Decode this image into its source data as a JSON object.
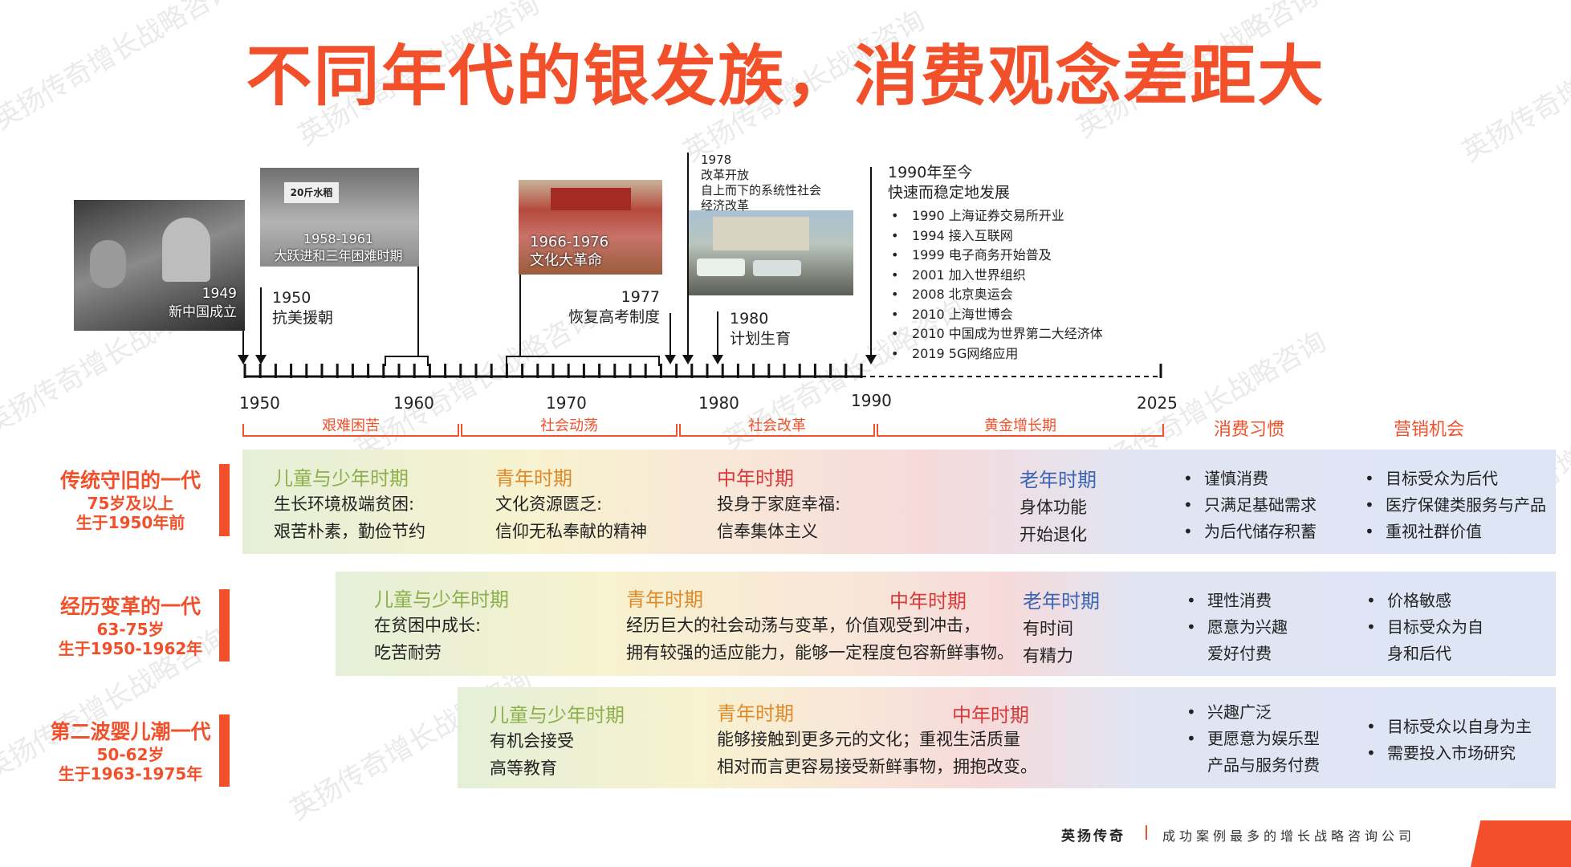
{
  "title": "不同年代的银发族，消费观念差距大",
  "watermark": "英扬传奇增长战略咨询",
  "photos": [
    {
      "caption_year": "1949",
      "caption_text": "新中国成立",
      "sign_text": ""
    },
    {
      "caption_year": "1958-1961",
      "caption_text": "大跃进和三年困难时期",
      "sign_text": "20斤水稻"
    },
    {
      "caption_year": "1966-1976",
      "caption_text": "文化大革命",
      "sign_text": ""
    },
    {
      "caption_year": "",
      "caption_text": "",
      "sign_text": ""
    }
  ],
  "events": {
    "e1950": {
      "year": "1950",
      "text": "抗美援朝"
    },
    "e1977": {
      "year": "1977",
      "text": "恢复高考制度"
    },
    "e1978": {
      "year": "1978",
      "line1": "改革开放",
      "line2": "自上而下的系统性社会",
      "line3": "经济改革"
    },
    "e1980": {
      "year": "1980",
      "text": "计划生育"
    },
    "e1990": {
      "title": "1990年至今",
      "subtitle": "快速而稳定地发展",
      "items": [
        "1990 上海证券交易所开业",
        "1994 接入互联网",
        "1999 电子商务开始普及",
        "2001 加入世界组织",
        "2008 北京奥运会",
        "2010 上海世博会",
        "2010 中国成为世界第二大经济体",
        "2019 5G网络应用"
      ]
    }
  },
  "axis": {
    "years": [
      "1950",
      "1960",
      "1970",
      "1980",
      "1990",
      "2025"
    ]
  },
  "eras": [
    "艰难困苦",
    "社会动荡",
    "社会改革",
    "黄金增长期"
  ],
  "columns": {
    "habits": "消费习惯",
    "opportunities": "营销机会"
  },
  "generations": [
    {
      "name": "传统守旧的一代",
      "age": "75岁及以上",
      "born": "生于1950年前",
      "phases": [
        {
          "title": "儿童与少年时期",
          "lines": [
            "生长环境极端贫困:",
            "艰苦朴素，勤俭节约"
          ]
        },
        {
          "title": "青年时期",
          "lines": [
            "文化资源匮乏:",
            "信仰无私奉献的精神"
          ]
        },
        {
          "title": "中年时期",
          "lines": [
            "投身于家庭幸福:",
            "信奉集体主义"
          ]
        },
        {
          "title": "老年时期",
          "lines": [
            "身体功能",
            "开始退化"
          ]
        }
      ],
      "habits": [
        "谨慎消费",
        "只满足基础需求",
        "为后代储存积蓄"
      ],
      "opportunities": [
        "目标受众为后代",
        "医疗保健类服务与产品",
        "重视社群价值"
      ]
    },
    {
      "name": "经历变革的一代",
      "age": "63-75岁",
      "born": "生于1950-1962年",
      "phases": [
        {
          "title": "儿童与少年时期",
          "lines": [
            "在贫困中成长:",
            "吃苦耐劳"
          ]
        },
        {
          "title": "青年时期",
          "lines": [
            "经历巨大的社会动荡与变革，价值观受到冲击，",
            "拥有较强的适应能力，能够一定程度包容新鲜事物。"
          ]
        },
        {
          "title": "中年时期",
          "lines": []
        },
        {
          "title": "老年时期",
          "lines": [
            "有时间",
            "有精力"
          ]
        }
      ],
      "habits": [
        "理性消费",
        "愿意为兴趣爱好付费"
      ],
      "opportunities": [
        "价格敏感",
        "目标受众为自身和后代"
      ]
    },
    {
      "name": "第二波婴儿潮一代",
      "age": "50-62岁",
      "born": "生于1963-1975年",
      "phases": [
        {
          "title": "儿童与少年时期",
          "lines": [
            "有机会接受",
            "高等教育"
          ]
        },
        {
          "title": "青年时期",
          "lines": [
            "能够接触到更多元的文化；重视生活质量",
            "相对而言更容易接受新鲜事物，拥抱改变。"
          ]
        },
        {
          "title": "中年时期",
          "lines": []
        }
      ],
      "habits": [
        "兴趣广泛",
        "更愿意为娱乐型产品与服务付费"
      ],
      "opportunities": [
        "目标受众以自身为主",
        "需要投入市场研究"
      ]
    }
  ],
  "footer": {
    "brand": "英扬传奇",
    "slogan": "成功案例最多的增长战略咨询公司"
  },
  "colors": {
    "accent": "#f2502a",
    "phase_green": "#8db04c",
    "phase_orange": "#e08a2a",
    "phase_red": "#d83a3a",
    "phase_blue": "#3b65b3"
  }
}
